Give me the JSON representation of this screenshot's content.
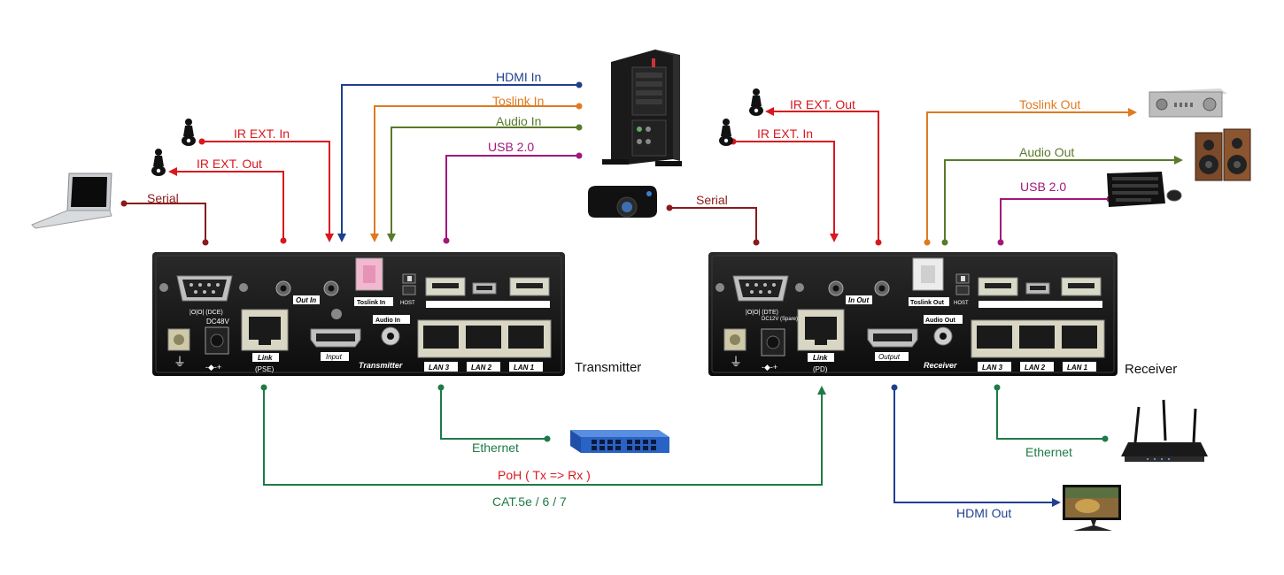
{
  "colors": {
    "ir": "#d7191f",
    "serial": "#8b1a1a",
    "hdmi": "#1f3f8f",
    "toslink": "#e07a1f",
    "audio": "#5a7a2a",
    "usb": "#a3167a",
    "ethernet": "#1e7a46",
    "poh": "#d7191f",
    "cat": "#1e7a46"
  },
  "transmitter": {
    "name": "Transmitter",
    "labels": {
      "serial": "Serial",
      "ir_in": "IR EXT. In",
      "ir_out": "IR EXT. Out",
      "hdmi_in": "HDMI In",
      "toslink_in": "Toslink In",
      "audio_in": "Audio In",
      "usb": "USB 2.0",
      "ethernet": "Ethernet"
    },
    "panel": {
      "db9": "|O|O| (DCE)",
      "out_in": "Out In",
      "toslink": "Toslink In",
      "host": "HOST",
      "audio_in": "Audio In",
      "dc": "DC48V",
      "link": "Link",
      "pse": "(PSE)",
      "input": "Input",
      "model": "Transmitter",
      "lan3": "LAN 3",
      "lan2": "LAN 2",
      "lan1": "LAN 1"
    }
  },
  "receiver": {
    "name": "Receiver",
    "labels": {
      "serial": "Serial",
      "ir_out": "IR EXT. Out",
      "ir_in": "IR EXT. In",
      "toslink_out": "Toslink Out",
      "audio_out": "Audio Out",
      "usb": "USB 2.0",
      "ethernet": "Ethernet",
      "hdmi_out": "HDMI Out"
    },
    "panel": {
      "db9": "|O|O| (DTE)",
      "in_out": "In Out",
      "toslink": "Toslink Out",
      "host": "HOST",
      "audio_out": "Audio Out",
      "dc": "DC12V (Spare)",
      "link": "Link",
      "pd": "(PD)",
      "output": "Output",
      "model": "Receiver",
      "lan3": "LAN 3",
      "lan2": "LAN 2",
      "lan1": "LAN 1"
    }
  },
  "link": {
    "poh": "PoH ( Tx => Rx )",
    "cable": "CAT.5e / 6 / 7"
  }
}
